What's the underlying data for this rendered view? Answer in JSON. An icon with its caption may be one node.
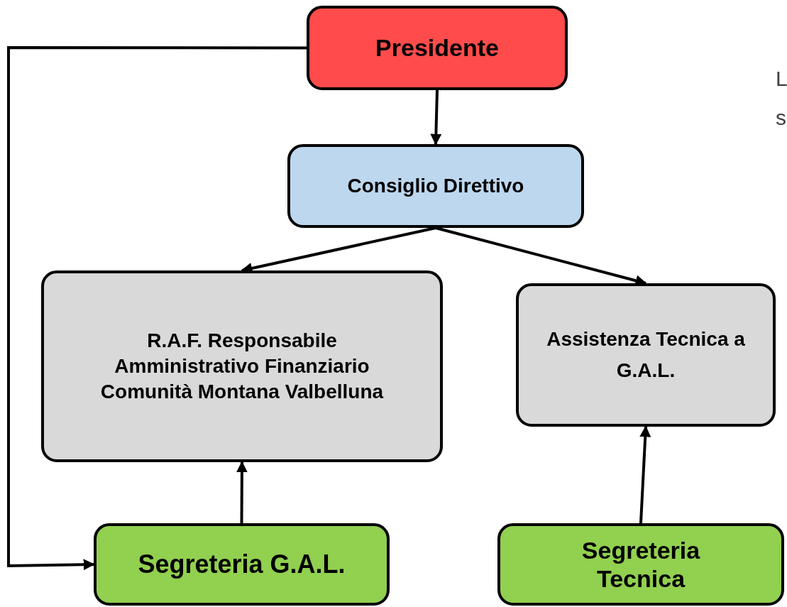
{
  "diagram": {
    "nodes": [
      {
        "text": [
          "Presidente"
        ]
      },
      {
        "text": [
          "Consiglio Direttivo"
        ]
      },
      {
        "text": [
          "R.A.F. Responsabile Amministrativo Finanziario Comunità Montana Valbelluna"
        ]
      },
      {
        "text": [
          "Assistenza Tecnica a G.A.L."
        ]
      },
      {
        "text": [
          "Segreteria G.A.L."
        ]
      },
      {
        "text": [
          "Segreteria Tecnica"
        ]
      }
    ],
    "edges": [
      {
        "from": 0,
        "to": 1,
        "arrow": "to"
      },
      {
        "from": 1,
        "to": 2,
        "arrow": "to"
      },
      {
        "from": 1,
        "to": 3,
        "arrow": "to"
      },
      {
        "from": 4,
        "to": 2,
        "arrow": "to"
      },
      {
        "from": 5,
        "to": 3,
        "arrow": "to"
      },
      {
        "from": 0,
        "to": 4,
        "arrow": "to"
      }
    ],
    "labels": [
      "L",
      "s"
    ]
  }
}
